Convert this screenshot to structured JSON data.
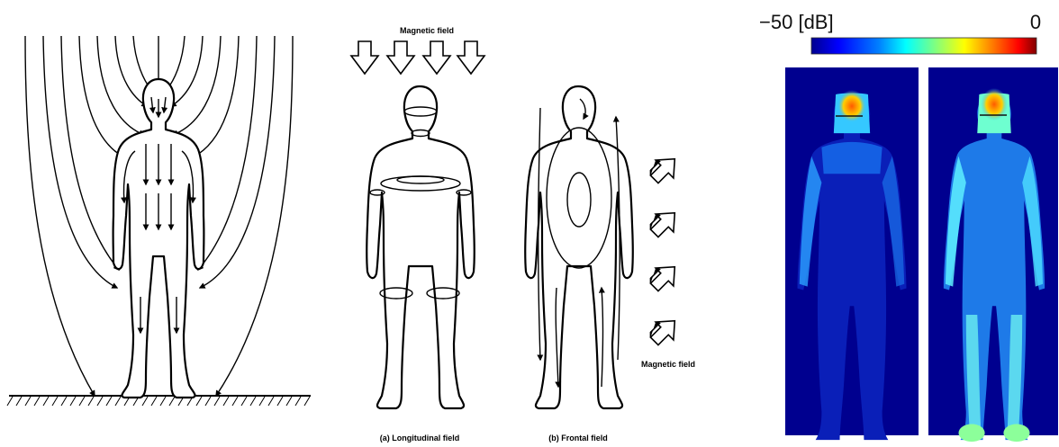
{
  "panel_b": {
    "top_label": "Magnetic field",
    "caption_a": "(a) Longitudinal field",
    "caption_b": "(b) Frontal field",
    "side_label": "Magnetic field"
  },
  "panel_c": {
    "scale_min": "−50",
    "scale_unit": "[dB]",
    "scale_max": "0",
    "colormap": [
      "#00008f",
      "#0000ff",
      "#0080ff",
      "#00ffff",
      "#80ff80",
      "#ffff00",
      "#ff8000",
      "#ff0000",
      "#800000"
    ]
  }
}
